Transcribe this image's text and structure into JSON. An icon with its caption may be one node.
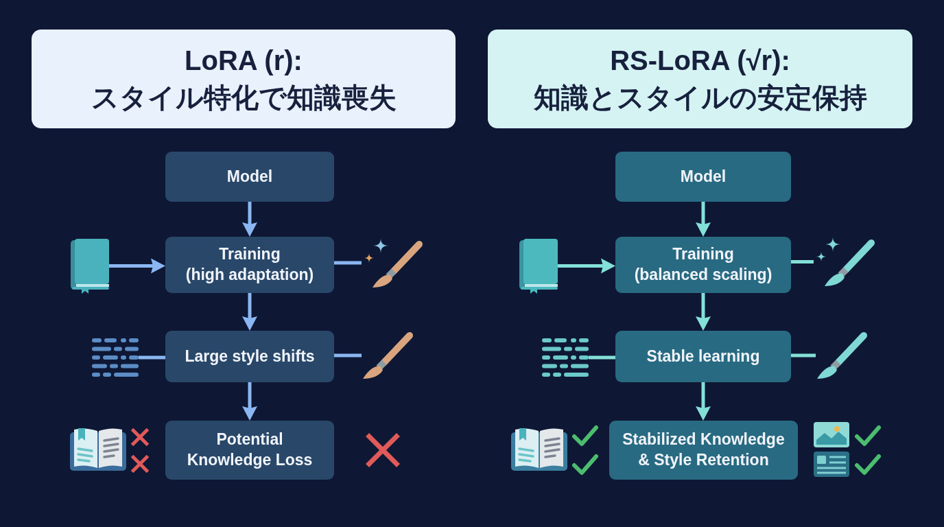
{
  "diagram": {
    "nodes": [
      {
        "text": [
          "LoRA (r):",
          "スタイル特化で知識喪失"
        ]
      },
      {
        "text": [
          "Model"
        ]
      },
      {
        "text": [],
        "shape": "picture"
      },
      {
        "text": [
          "Training",
          "(high adaptation)"
        ]
      },
      {
        "text": [],
        "shape": "picture"
      },
      {
        "text": [],
        "shape": "picture"
      },
      {
        "text": [
          "Large style shifts"
        ]
      },
      {
        "text": [],
        "shape": "picture"
      },
      {
        "text": [
          "Potential Knowledge Loss"
        ]
      },
      {
        "text": [
          "RS-LoRA (√r):",
          "知識とスタイルの安定保持"
        ]
      },
      {
        "text": [
          "Model"
        ]
      },
      {
        "text": [],
        "shape": "picture"
      },
      {
        "text": [
          "Training",
          "(balanced scaling)"
        ]
      },
      {
        "text": [],
        "shape": "picture"
      },
      {
        "text": [],
        "shape": "picture"
      },
      {
        "text": [
          "Stable learning"
        ]
      },
      {
        "text": [],
        "shape": "picture"
      },
      {
        "text": [
          "Stabilized Knowledge & Style Retention"
        ]
      }
    ],
    "edges": [
      {
        "from": 1,
        "to": 3,
        "arrow": "to",
        "color": "#8ab6f2"
      },
      {
        "from": 2,
        "to": 3,
        "arrow": "to",
        "color": "#8ab6f2"
      },
      {
        "from": 3,
        "to": 4,
        "arrow": "none",
        "color": "#8ab6f2"
      },
      {
        "from": 3,
        "to": 6,
        "arrow": "to",
        "color": "#8ab6f2"
      },
      {
        "from": 5,
        "to": 6,
        "arrow": "none",
        "color": "#8ab6f2"
      },
      {
        "from": 6,
        "to": 7,
        "arrow": "none",
        "color": "#8ab6f2"
      },
      {
        "from": 6,
        "to": 8,
        "arrow": "to",
        "color": "#8ab6f2"
      },
      {
        "from": 10,
        "to": 12,
        "arrow": "to",
        "color": "#82e0d8"
      },
      {
        "from": 11,
        "to": 12,
        "arrow": "to",
        "color": "#82e0d8"
      },
      {
        "from": 12,
        "to": 13,
        "arrow": "none",
        "color": "#82e0d8"
      },
      {
        "from": 12,
        "to": 15,
        "arrow": "to",
        "color": "#82e0d8"
      },
      {
        "from": 14,
        "to": 15,
        "arrow": "none",
        "color": "#82e0d8"
      },
      {
        "from": 15,
        "to": 16,
        "arrow": "none",
        "color": "#82e0d8"
      },
      {
        "from": 15,
        "to": 17,
        "arrow": "to",
        "color": "#82e0d8"
      }
    ]
  }
}
